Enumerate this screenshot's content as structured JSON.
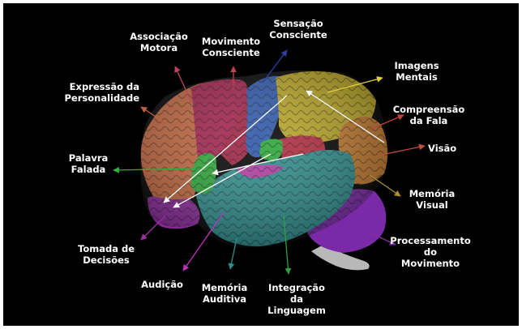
{
  "labels": {
    "sensacao": [
      "Sensação",
      "Consciente"
    ],
    "associacao": [
      "Associação",
      "Motora"
    ],
    "movimento": [
      "Movimento",
      "Consciente"
    ],
    "imagens": [
      "Imagens",
      "Mentais"
    ],
    "expressao": [
      "Expressão da",
      "Personalidade"
    ],
    "compreensao": [
      "Compreensão",
      "da Fala"
    ],
    "visao": [
      "Visão"
    ],
    "palavra": [
      "Palavra",
      "Falada"
    ],
    "memoria_visual": [
      "Memória",
      "Visual"
    ],
    "tomada": [
      "Tomada de",
      "Decisões"
    ],
    "processamento": [
      "Processamento",
      "do",
      "Movimento"
    ],
    "audicao": [
      "Audição"
    ],
    "memoria_auditiva": [
      "Memória",
      "Auditiva"
    ],
    "integracao": [
      "Integração",
      "da",
      "Linguagem"
    ]
  },
  "colors": {
    "background": "#000000",
    "frontal": "#a0522d",
    "prefrontal": "#c0643c",
    "motor": "#a0204a",
    "sensory": "#2c56a8",
    "parietal": "#b8a424",
    "occipital": "#c0782c",
    "temporal": "#2c8a8a",
    "broca": "#2aa636",
    "cerebellum": "#7a2aa8",
    "brainstem": "#b8b8b8"
  },
  "icons": {
    "arrow": "arrow-icon",
    "brain": "brain-illustration"
  }
}
